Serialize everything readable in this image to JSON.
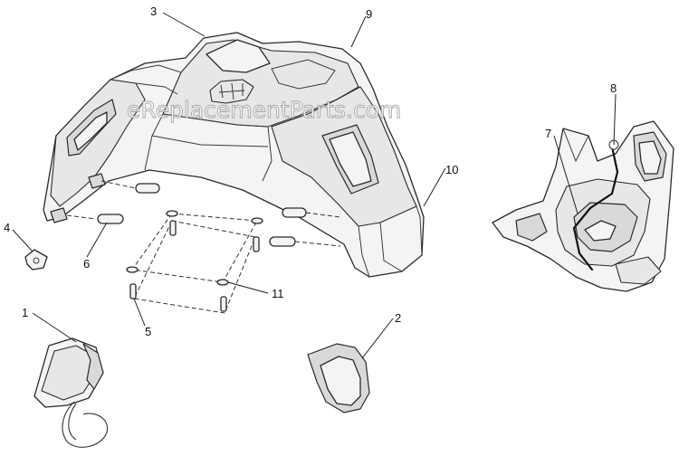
{
  "watermark": "eReplacementParts.com",
  "callouts": [
    {
      "id": "3",
      "label": "3"
    },
    {
      "id": "9",
      "label": "9"
    },
    {
      "id": "8",
      "label": "8"
    },
    {
      "id": "7",
      "label": "7"
    },
    {
      "id": "10",
      "label": "10"
    },
    {
      "id": "4",
      "label": "4"
    },
    {
      "id": "6",
      "label": "6"
    },
    {
      "id": "11",
      "label": "11"
    },
    {
      "id": "1",
      "label": "1"
    },
    {
      "id": "5",
      "label": "5"
    },
    {
      "id": "2",
      "label": "2"
    }
  ]
}
